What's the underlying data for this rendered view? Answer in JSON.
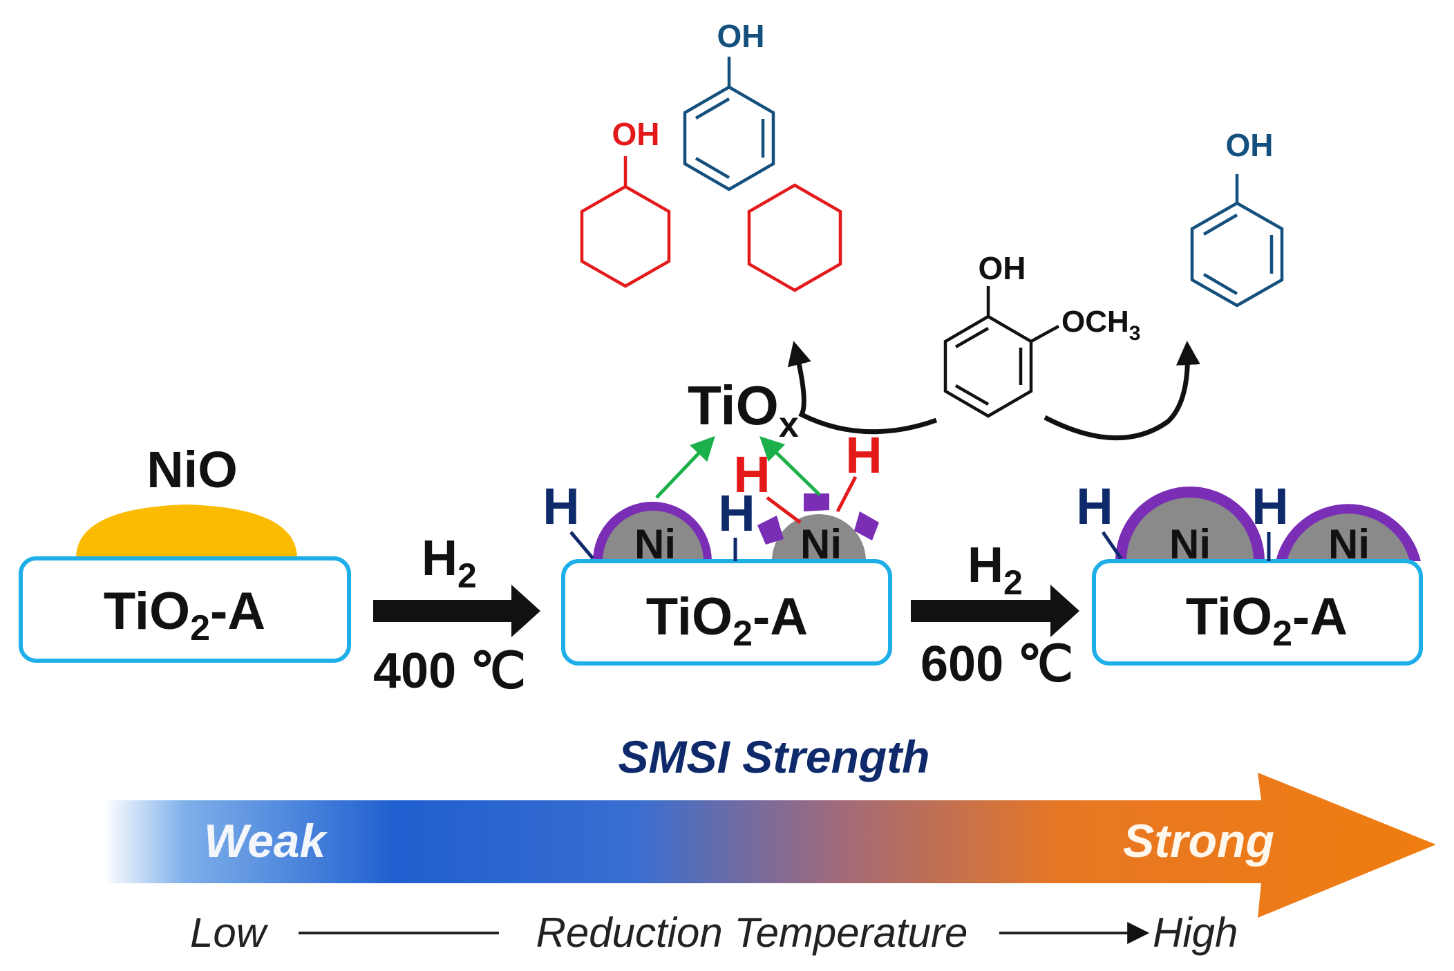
{
  "support_label": {
    "main": "TiO",
    "sub": "2",
    "suffix": "-A"
  },
  "nio_label": "NiO",
  "ni_label": "Ni",
  "h_label": "H",
  "tiox_label": {
    "main": "TiO",
    "sub": "x"
  },
  "step1": {
    "gas": "H",
    "gas_sub": "2",
    "temp": "400 ℃"
  },
  "step2": {
    "gas": "H",
    "gas_sub": "2",
    "temp": "600 ℃"
  },
  "molecules": {
    "oh": "OH",
    "och3": {
      "main": "OCH",
      "sub": "3"
    }
  },
  "smsi": {
    "title": "SMSI Strength",
    "weak": "Weak",
    "strong": "Strong"
  },
  "temperature": {
    "low": "Low",
    "label": "Reduction Temperature",
    "high": "High"
  },
  "colors": {
    "support_border": "#1eaee8",
    "nio": "#fbbb00",
    "ni": "#8a8a8a",
    "tiox_shell": "#7a2db5",
    "green_arrow": "#1bb04a",
    "red": "#e41a1a",
    "blue": "#14507e",
    "navy": "#0e2a6b",
    "gradient_left": "#1f5fcf",
    "gradient_right": "#f07d10"
  }
}
